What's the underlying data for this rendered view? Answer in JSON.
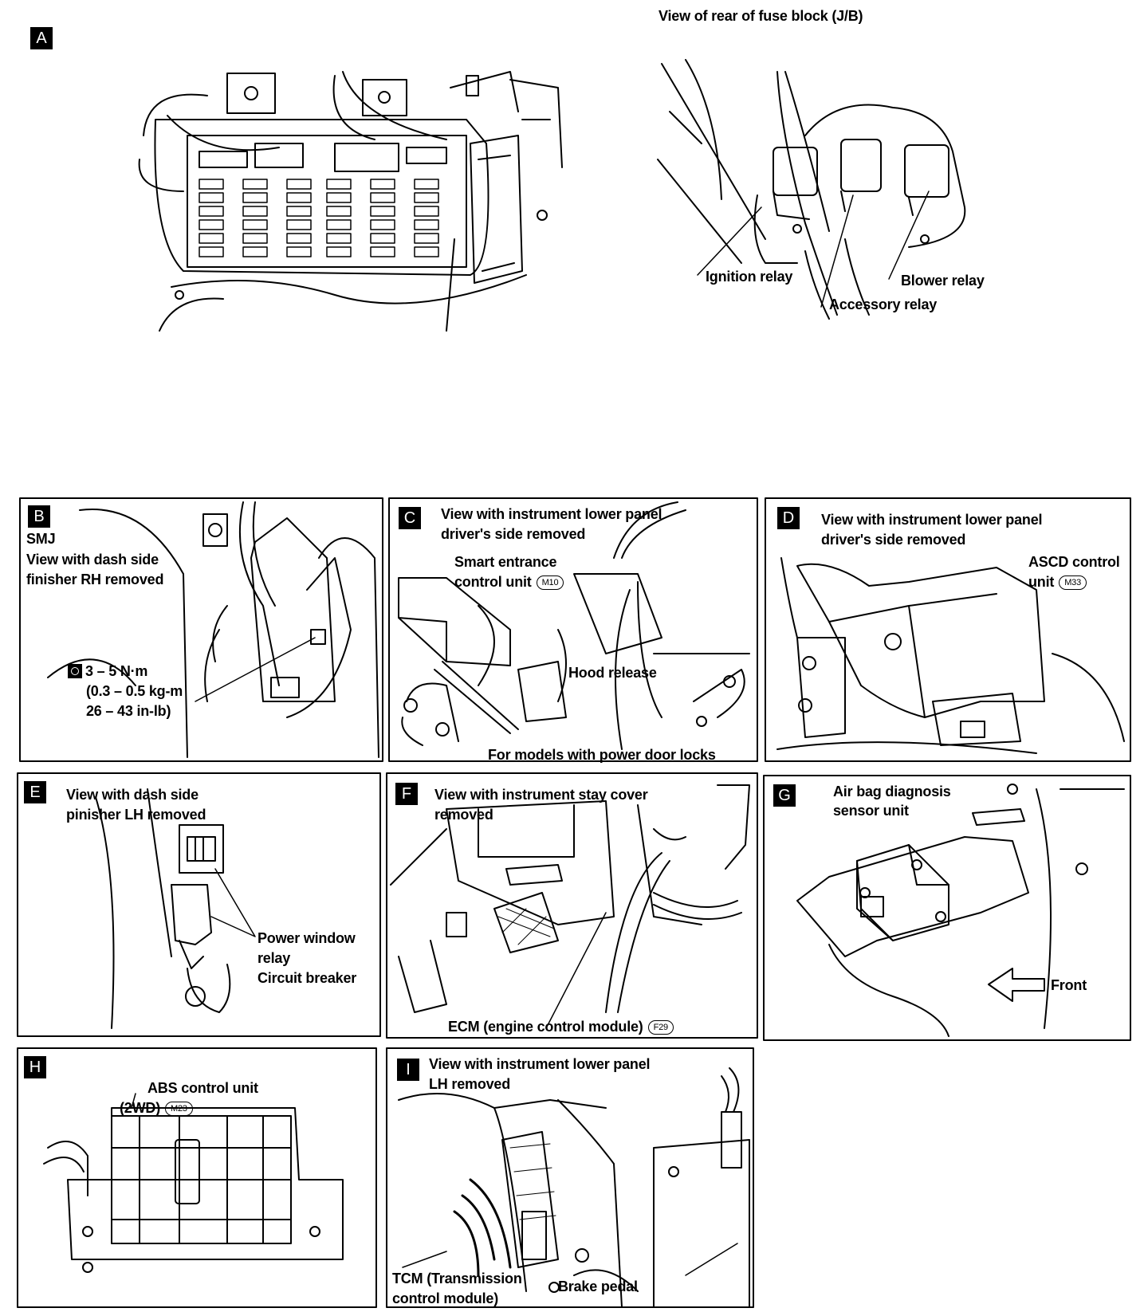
{
  "panels": {
    "a": {
      "badge": "A",
      "rear_title": "View of rear of fuse block (J/B)",
      "ignition_relay": "Ignition relay",
      "blower_relay": "Blower relay",
      "accessory_relay": "Accessory relay"
    },
    "b": {
      "badge": "B",
      "line1": "SMJ",
      "line2": "View with dash side",
      "line3": "finisher RH removed",
      "torque1": "3 – 5 N·m",
      "torque2": "(0.3 – 0.5 kg-m",
      "torque3": "26 – 43 in-lb)"
    },
    "c": {
      "badge": "C",
      "line1": "View with instrument lower panel",
      "line2": "driver's side removed",
      "smart1": "Smart entrance",
      "smart2": "control unit",
      "smart_ref": "M10",
      "hood": "Hood release",
      "models": "For models with power door locks"
    },
    "d": {
      "badge": "D",
      "line1": "View with instrument lower panel",
      "line2": "driver's side removed",
      "ascd1": "ASCD control",
      "ascd2": "unit",
      "ascd_ref": "M33"
    },
    "e": {
      "badge": "E",
      "line1": "View with dash side",
      "line2": "pinisher LH removed",
      "pw1": "Power window",
      "pw2": "relay",
      "pw3": "Circuit breaker"
    },
    "f": {
      "badge": "F",
      "line1": "View with instrument stay cover",
      "line2": "removed",
      "ecm": "ECM (engine control module)",
      "ecm_ref": "F29"
    },
    "g": {
      "badge": "G",
      "line1": "Air bag diagnosis",
      "line2": "sensor unit",
      "front": "Front"
    },
    "h": {
      "badge": "H",
      "abs1": "ABS control unit",
      "abs2": "(2WD)",
      "abs_ref": "M23"
    },
    "i": {
      "badge": "I",
      "line1": "View with instrument lower panel",
      "line2": "LH removed",
      "tcm1": "TCM (Transmission",
      "tcm2": "control module)",
      "brake": "Brake pedal"
    }
  }
}
